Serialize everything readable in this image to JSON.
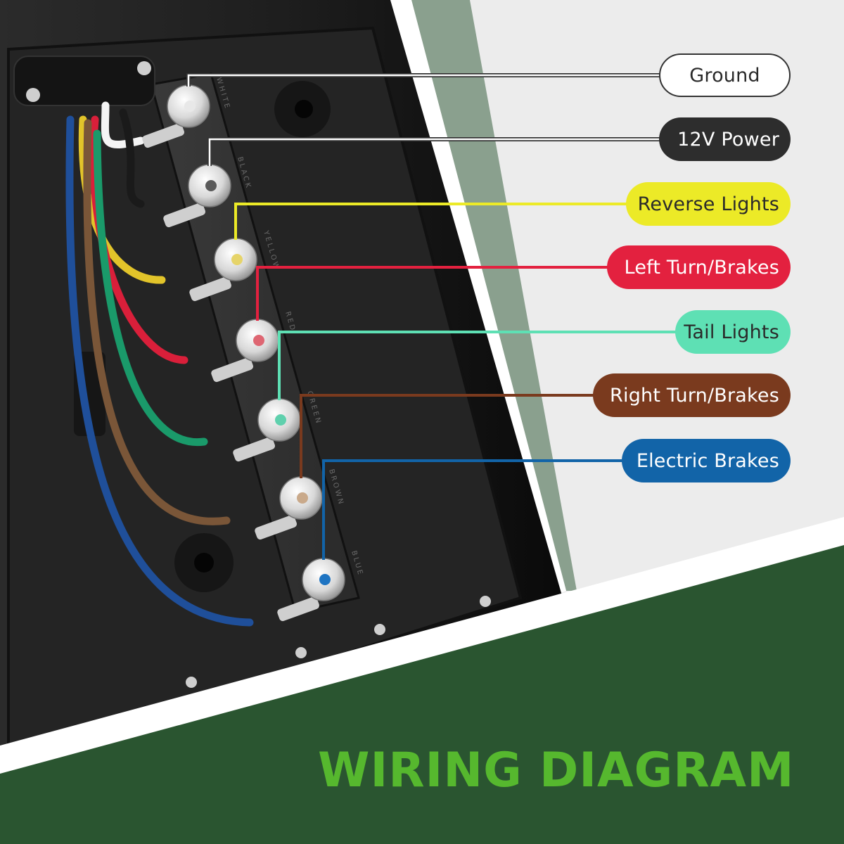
{
  "title": "WIRING DIAGRAM",
  "colors": {
    "background": "#ececec",
    "accent_stripe": "#8aa08e",
    "bottom_band": "#2a5530",
    "title_text": "#56b82e",
    "box_body": "#1c1c1c"
  },
  "connections": [
    {
      "id": "ground",
      "label": "Ground",
      "wire_color_name": "WHITE",
      "pill_color": "#ffffff",
      "text_color": "#2a2a2a",
      "line_color": "#ffffff",
      "dot_color": "#e8e8e8",
      "outlined": true
    },
    {
      "id": "power",
      "label": "12V Power",
      "wire_color_name": "BLACK",
      "pill_color": "#2d2d2d",
      "text_color": "#ffffff",
      "line_color": "#2d2d2d",
      "dot_color": "#5a5a5a",
      "outlined": false
    },
    {
      "id": "reverse",
      "label": "Reverse Lights",
      "wire_color_name": "YELLOW",
      "pill_color": "#ecea27",
      "text_color": "#2a2a2a",
      "line_color": "#ecea27",
      "dot_color": "#e6d46a",
      "outlined": false
    },
    {
      "id": "left-turn",
      "label": "Left Turn/Brakes",
      "wire_color_name": "RED",
      "pill_color": "#e3213f",
      "text_color": "#ffffff",
      "line_color": "#e3213f",
      "dot_color": "#de6672",
      "outlined": false
    },
    {
      "id": "tail",
      "label": "Tail Lights",
      "wire_color_name": "GREEN",
      "pill_color": "#5ee0b4",
      "text_color": "#2a2a2a",
      "line_color": "#5ee0b4",
      "dot_color": "#5fd0ad",
      "outlined": false
    },
    {
      "id": "right-turn",
      "label": "Right Turn/Brakes",
      "wire_color_name": "BROWN",
      "pill_color": "#7a3a1e",
      "text_color": "#ffffff",
      "line_color": "#7a3a1e",
      "dot_color": "#c9a98a",
      "outlined": false
    },
    {
      "id": "electric-brakes",
      "label": "Electric Brakes",
      "wire_color_name": "BLUE",
      "pill_color": "#1264a8",
      "text_color": "#ffffff",
      "line_color": "#1264a8",
      "dot_color": "#1e74c2",
      "outlined": false
    }
  ]
}
